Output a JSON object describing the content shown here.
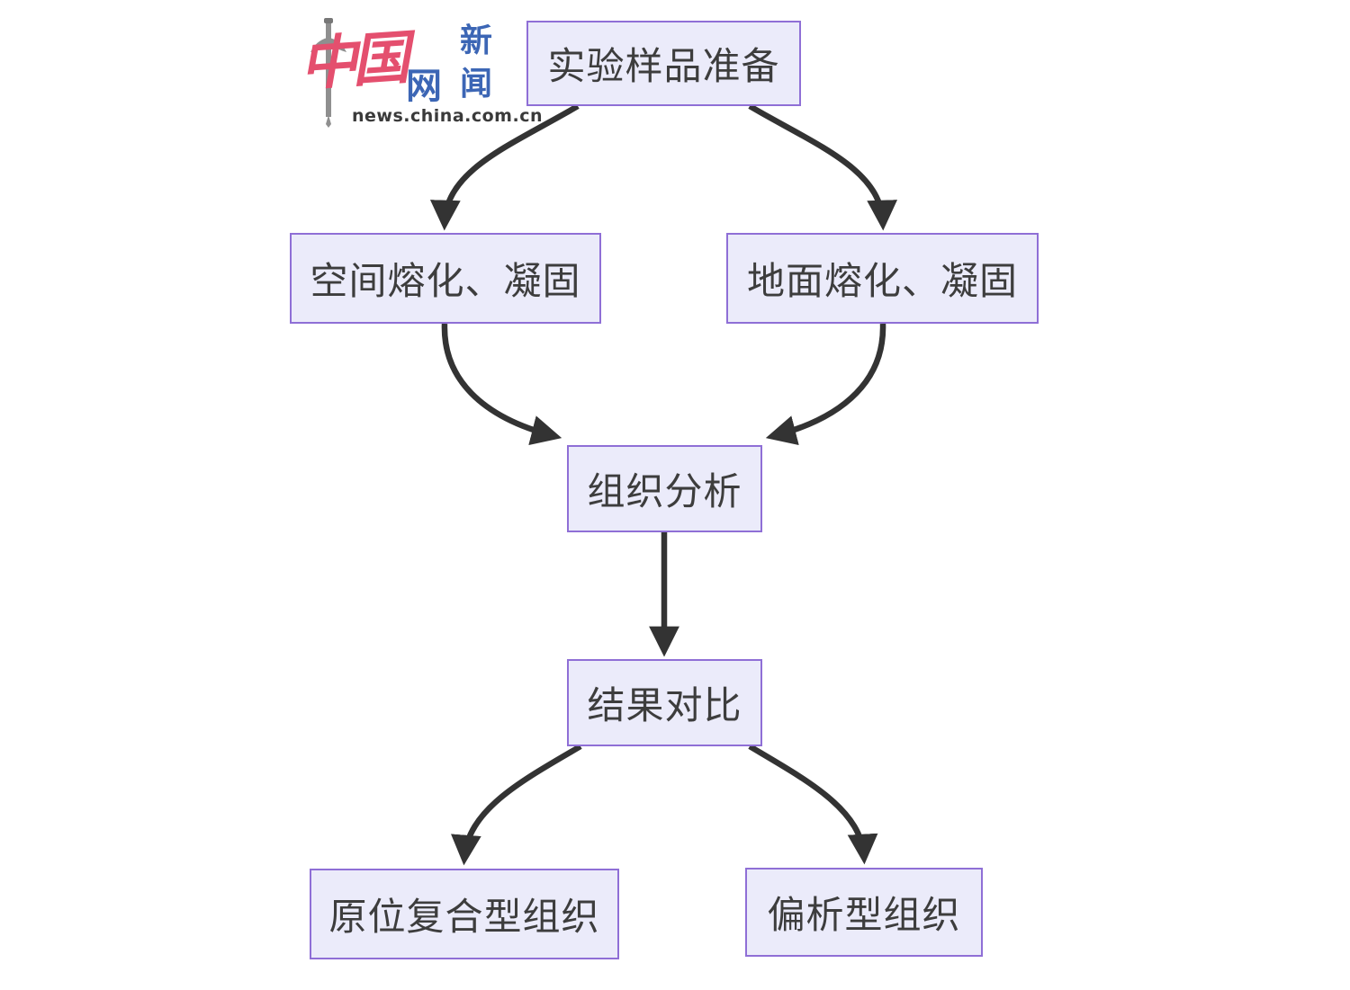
{
  "logo": {
    "brand_cn": "中国",
    "brand_net": "网",
    "brand_news_top": "新",
    "brand_news_bottom": "闻",
    "domain": "news.china.com.cn",
    "pink_color": "#e44f6e",
    "blue_color": "#3c66b5",
    "sword_color": "#8f8f8f"
  },
  "flowchart": {
    "box_fill_color": "#ebebfa",
    "box_border_color": "#8f6fd6",
    "arrow_color": "#333333",
    "text_color": "#3d3d3d",
    "nodes": [
      {
        "id": "prepare",
        "label": "实验样品准备"
      },
      {
        "id": "space",
        "label": "空间熔化、凝固"
      },
      {
        "id": "ground",
        "label": "地面熔化、凝固"
      },
      {
        "id": "analysis",
        "label": "组织分析"
      },
      {
        "id": "compare",
        "label": "结果对比"
      },
      {
        "id": "insitu",
        "label": "原位复合型组织"
      },
      {
        "id": "segregation",
        "label": "偏析型组织"
      }
    ],
    "edges": [
      {
        "from": "prepare",
        "to": "space"
      },
      {
        "from": "prepare",
        "to": "ground"
      },
      {
        "from": "space",
        "to": "analysis"
      },
      {
        "from": "ground",
        "to": "analysis"
      },
      {
        "from": "analysis",
        "to": "compare"
      },
      {
        "from": "compare",
        "to": "insitu"
      },
      {
        "from": "compare",
        "to": "segregation"
      }
    ]
  }
}
